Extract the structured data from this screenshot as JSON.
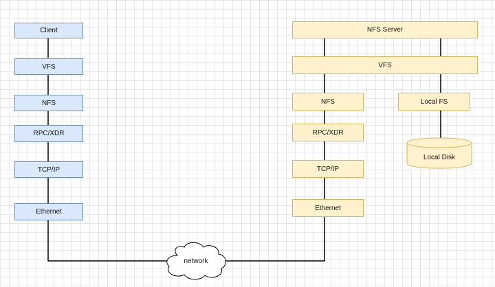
{
  "client_stack": {
    "client": "Client",
    "vfs": "VFS",
    "nfs": "NFS",
    "rpc": "RPC/XDR",
    "tcp": "TCP/IP",
    "eth": "Ethernet"
  },
  "server_stack": {
    "server": "NFS Server",
    "vfs": "VFS",
    "nfs": "NFS",
    "rpc": "RPC/XDR",
    "tcp": "TCP/IP",
    "eth": "Ethernet",
    "local_fs": "Local FS",
    "local_disk": "Local Disk"
  },
  "network": {
    "label": "network"
  },
  "colors": {
    "client_fill": "#dae8fc",
    "client_stroke": "#6c8ebf",
    "server_fill": "#fff2cc",
    "server_stroke": "#d6b656",
    "line": "#000000"
  }
}
